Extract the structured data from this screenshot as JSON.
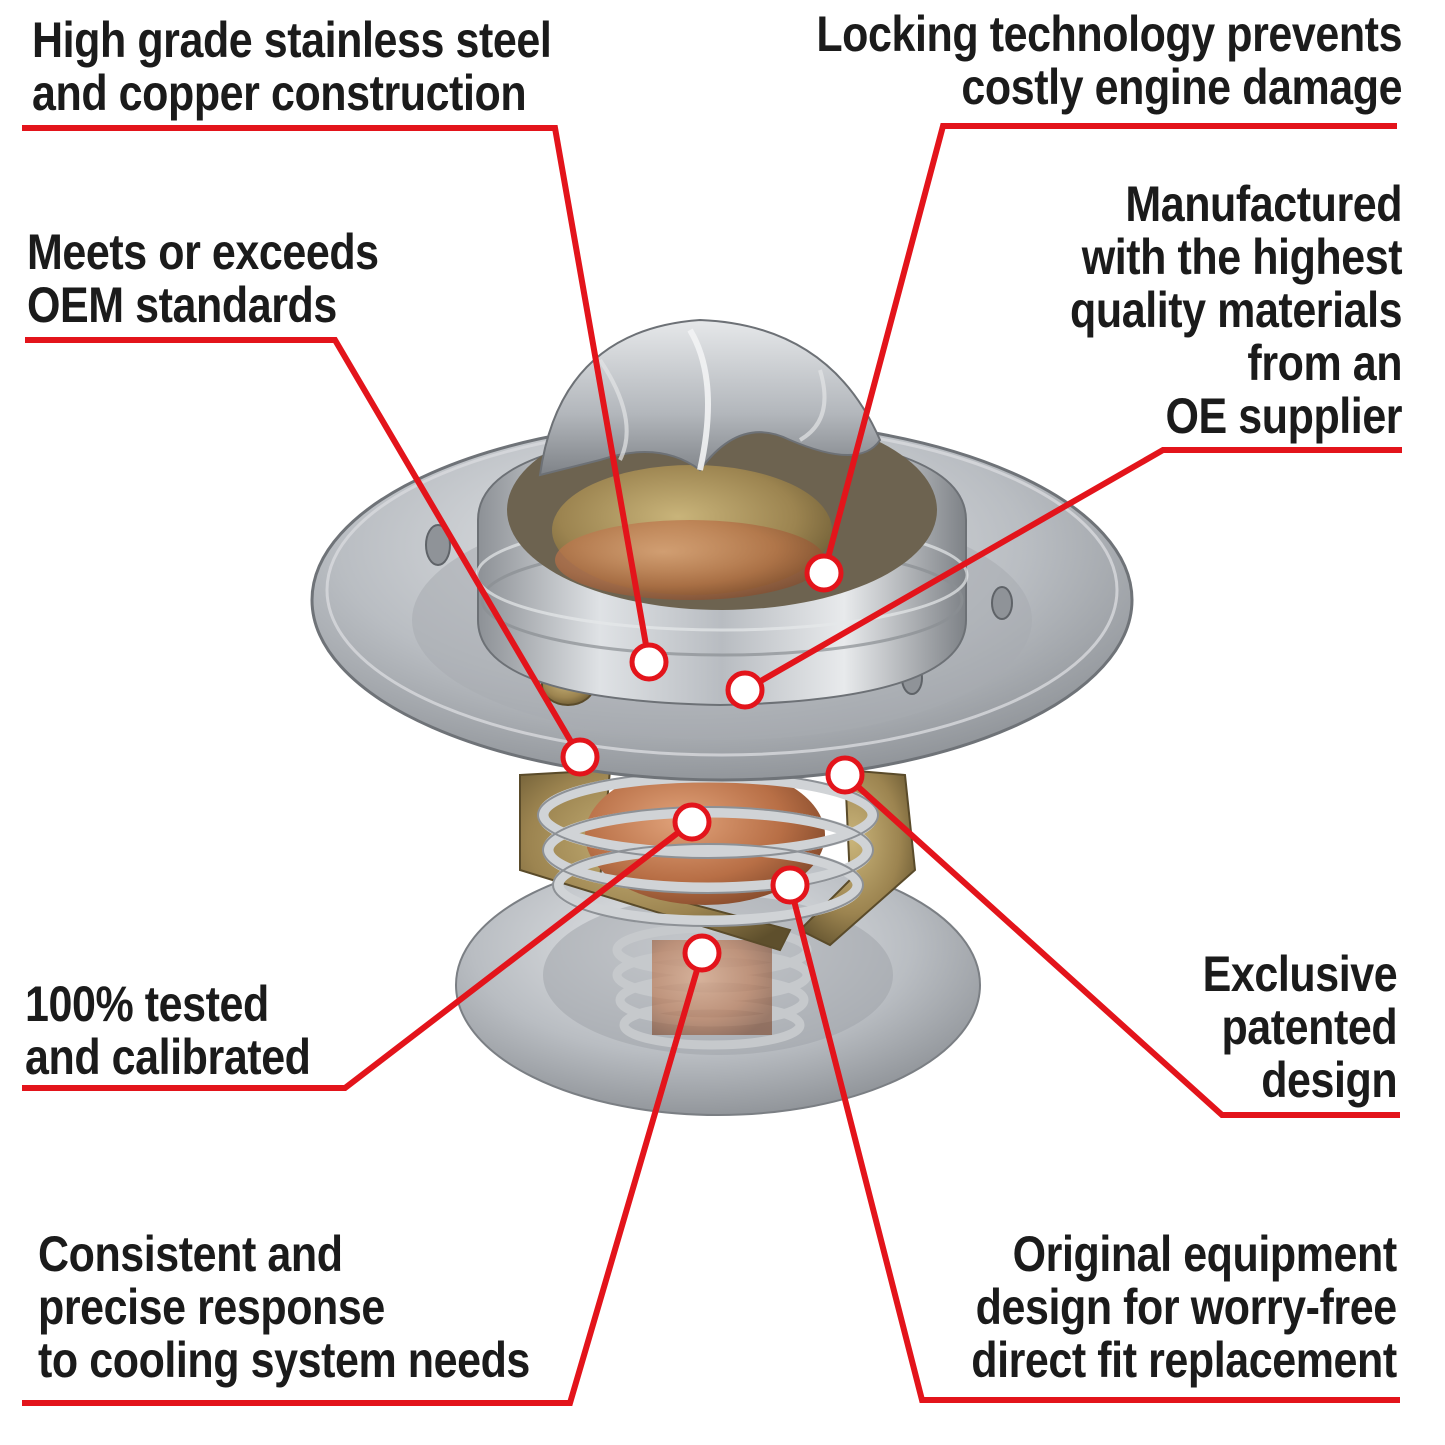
{
  "colors": {
    "accent": "#e3141b",
    "text": "#1b1b1b",
    "background": "#ffffff"
  },
  "product": {
    "icon": "thermostat-icon"
  },
  "callouts": [
    {
      "id": "stainless",
      "lines": [
        "High grade stainless steel",
        "and copper construction"
      ]
    },
    {
      "id": "locking",
      "lines": [
        "Locking technology prevents",
        "costly engine damage"
      ]
    },
    {
      "id": "oem",
      "lines": [
        "Meets or exceeds",
        "OEM standards"
      ]
    },
    {
      "id": "materials",
      "lines": [
        "Manufactured",
        "with the highest",
        "quality materials",
        "from an",
        "OE supplier"
      ]
    },
    {
      "id": "exclusive",
      "lines": [
        "Exclusive",
        "patented",
        "design"
      ]
    },
    {
      "id": "tested",
      "lines": [
        "100% tested",
        "and calibrated"
      ]
    },
    {
      "id": "consistent",
      "lines": [
        "Consistent and",
        "precise response",
        "to cooling system needs"
      ]
    },
    {
      "id": "original",
      "lines": [
        "Original equipment",
        "design for worry-free",
        "direct fit replacement"
      ]
    }
  ]
}
